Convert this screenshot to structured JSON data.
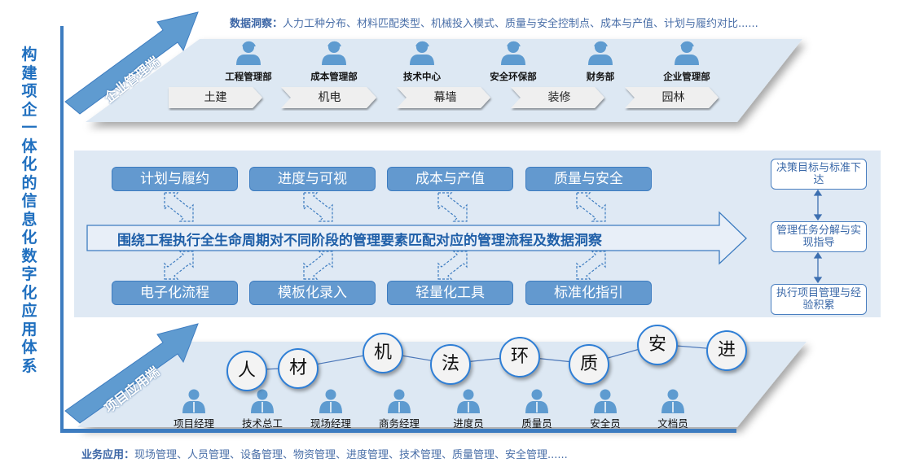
{
  "title": "构建项企一体化的信息化数字化应用体系",
  "enterprise": {
    "arrow_label": "企业管理端",
    "insight_label": "数据洞察：",
    "insight_text": "人力工种分布、材料匹配类型、机械投入模式、质量与安全控制点、成本与产值、计划与履约对比......",
    "departments": [
      "工程管理部",
      "成本管理部",
      "技术中心",
      "安全环保部",
      "财务部",
      "企业管理部"
    ],
    "disciplines": [
      "土建",
      "机电",
      "幕墙",
      "装修",
      "园林"
    ]
  },
  "middle": {
    "top_buttons": [
      "计划与履约",
      "进度与可视",
      "成本与产值",
      "质量与安全"
    ],
    "bottom_buttons": [
      "电子化流程",
      "模板化录入",
      "轻量化工具",
      "标准化指引"
    ],
    "main_arrow_text": "围绕工程执行全生命周期对不同阶段的管理要素匹配对应的管理流程及数据洞察",
    "right_boxes": [
      "决策目标与标准下达",
      "管理任务分解与实现指导",
      "执行项目管理与经验积累"
    ]
  },
  "project": {
    "arrow_label": "项目应用端",
    "factors": [
      "人",
      "材",
      "机",
      "法",
      "环",
      "质",
      "安",
      "进"
    ],
    "roles": [
      "项目经理",
      "技术总工",
      "现场经理",
      "商务经理",
      "进度员",
      "质量员",
      "安全员",
      "文档员"
    ],
    "business_label": "业务应用：",
    "business_text": "现场管理、人员管理、设备管理、物资管理、进度管理、技术管理、质量管理、安全管理......"
  },
  "colors": {
    "accent": "#5b9bd5",
    "panel": "#dfe9f4",
    "title": "#1f6fbf"
  }
}
